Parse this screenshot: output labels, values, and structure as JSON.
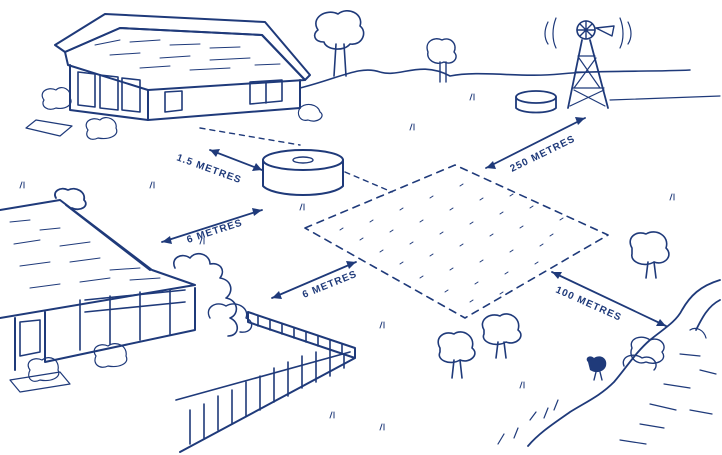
{
  "colors": {
    "ink": "#1f3a7a",
    "background": "#ffffff"
  },
  "labels": {
    "house_to_tank": "1.5 METRES",
    "building_to_area": "6 METRES",
    "fence_to_area": "6 METRES",
    "windmill_to_area": "250 METRES",
    "stream_to_area": "100 METRES"
  },
  "icons": [
    "house-icon",
    "building-icon",
    "fence-icon",
    "windmill-icon",
    "water-tank-icon",
    "septic-tank-icon",
    "tree-icon",
    "bird-icon",
    "stream-icon"
  ]
}
